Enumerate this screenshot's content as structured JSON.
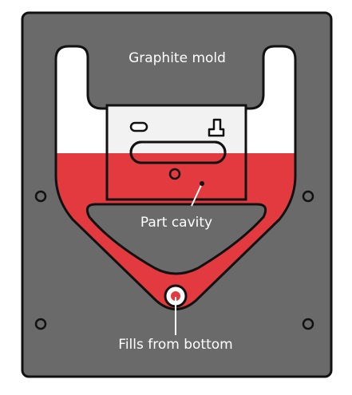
{
  "labels": {
    "mold": "Graphite mold",
    "cavity": "Part cavity",
    "fill": "Fills from bottom"
  },
  "colors": {
    "mold_plate": "#6a6a6a",
    "outline": "#111111",
    "metal_fill": "#e23a3f",
    "empty_space": "#ffffff",
    "part_insert": "#f2f2f2",
    "leader": "#ffffff"
  },
  "fill_level_fraction": 0.55
}
